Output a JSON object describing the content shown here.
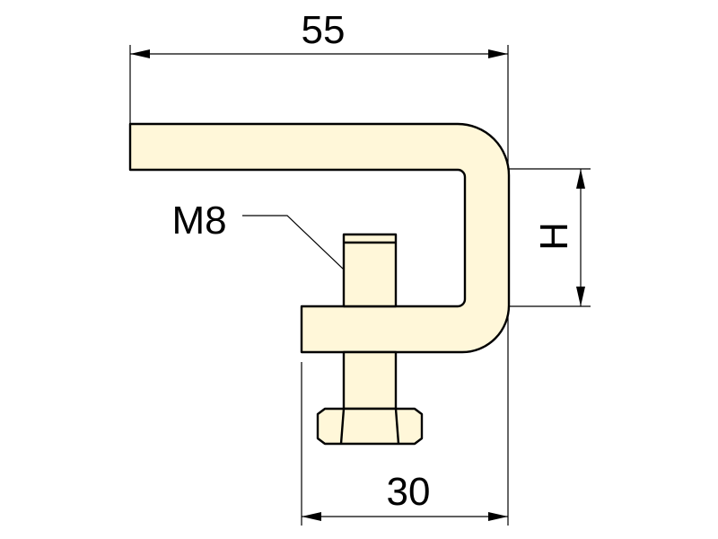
{
  "dimensions": {
    "overall_width": "55",
    "base_width": "30",
    "height_label": "H",
    "thread_label": "M8"
  },
  "colors": {
    "line": "#000000",
    "part_fill": "#fff7d9",
    "background": "#ffffff"
  }
}
